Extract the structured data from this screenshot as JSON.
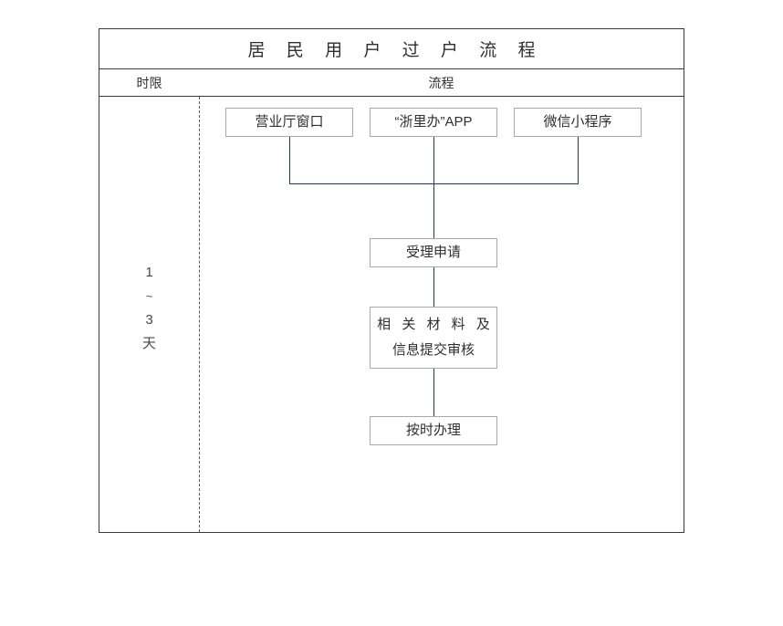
{
  "table": {
    "title": "居 民 用 户 过 户 流 程",
    "headers": {
      "time": "时限",
      "flow": "流程"
    },
    "time_column": {
      "lines": [
        "1",
        "~",
        "3",
        "天"
      ]
    },
    "nodes": {
      "channel_1": "营业厅窗口",
      "channel_2": "“浙里办”APP",
      "channel_3": "微信小程序",
      "step_accept": "受理申请",
      "step_materials_line1": "相 关 材 料 及",
      "step_materials_line2": "信息提交审核",
      "step_process": "按时办理"
    }
  },
  "colors": {
    "table_border": "#3a3a3a",
    "node_border": "#a9a9a9",
    "connector": "#1f3b52",
    "text": "#2f2f2f",
    "background": "#ffffff"
  }
}
